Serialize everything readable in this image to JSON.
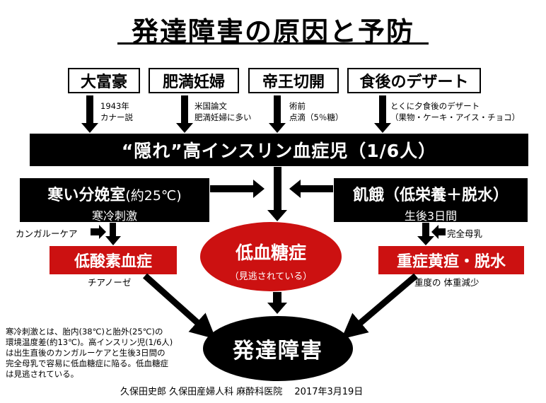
{
  "title": "発達障害の原因と予防",
  "causes": [
    {
      "label": "大富豪",
      "note": [
        "1943年",
        "カナー説"
      ]
    },
    {
      "label": "肥満妊婦",
      "note": [
        "米国論文",
        "肥満妊婦に多い"
      ]
    },
    {
      "label": "帝王切開",
      "note": [
        "術前",
        "点滴（5％糖）"
      ]
    },
    {
      "label": "食後のデザート",
      "note": [
        "とくに夕食後のデザート",
        "（果物・ケーキ・アイス・チョコ）"
      ]
    }
  ],
  "hidden_bar": "“隠れ”高インスリン血症児（1/6人）",
  "cold_room": {
    "main": "寒い分娩室",
    "main_suffix": "(約25℃)",
    "sub": "寒冷刺激"
  },
  "starvation": {
    "main": "飢餓（低栄養＋脱水）",
    "sub": "生後3日間"
  },
  "kangaroo_label": "カンガルーケア",
  "breastfeeding_label": "完全母乳",
  "hypoxemia": {
    "label": "低酸素血症",
    "note": "チアノーゼ"
  },
  "hypoglycemia": {
    "main": "低血糖症",
    "sub": "（見逃されている）"
  },
  "jaundice": {
    "label": "重症黄疸・脱水",
    "note": "重度の 体重減少"
  },
  "outcome": "発達障害",
  "explanation": [
    "寒冷刺激とは、胎内(38℃)と胎外(25℃)の",
    "環境温度差(約13℃)。高インスリン児(1/6人)",
    "は出生直後のカンガルーケアと生後3日間の",
    "完全母乳で容易に低血糖症に陥る。低血糖症",
    "は見逃されている。"
  ],
  "credit": "久保田史郎 久保田産婦人科 麻酔科医院　 2017年3月19日",
  "colors": {
    "red": "#cc1111",
    "black": "#000000"
  }
}
